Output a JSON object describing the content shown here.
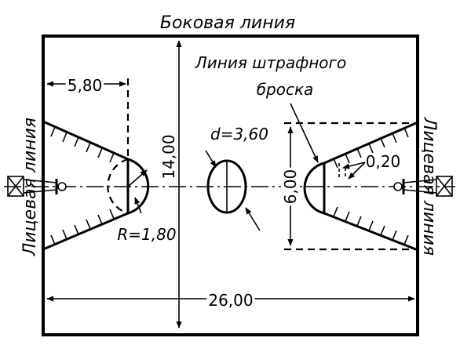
{
  "labels": {
    "side_line": "Боковая линия",
    "end_line": "Лицевая линия",
    "free_throw_line_1": "Линия штрафного",
    "free_throw_line_2": "броска",
    "key_distance": "5,80",
    "court_width": "14,00",
    "circle_diameter": "d=3,60",
    "lane_width": "6,00",
    "arc_radius": "R=1,80",
    "line_offset": "0,20",
    "court_length": "26,00"
  }
}
